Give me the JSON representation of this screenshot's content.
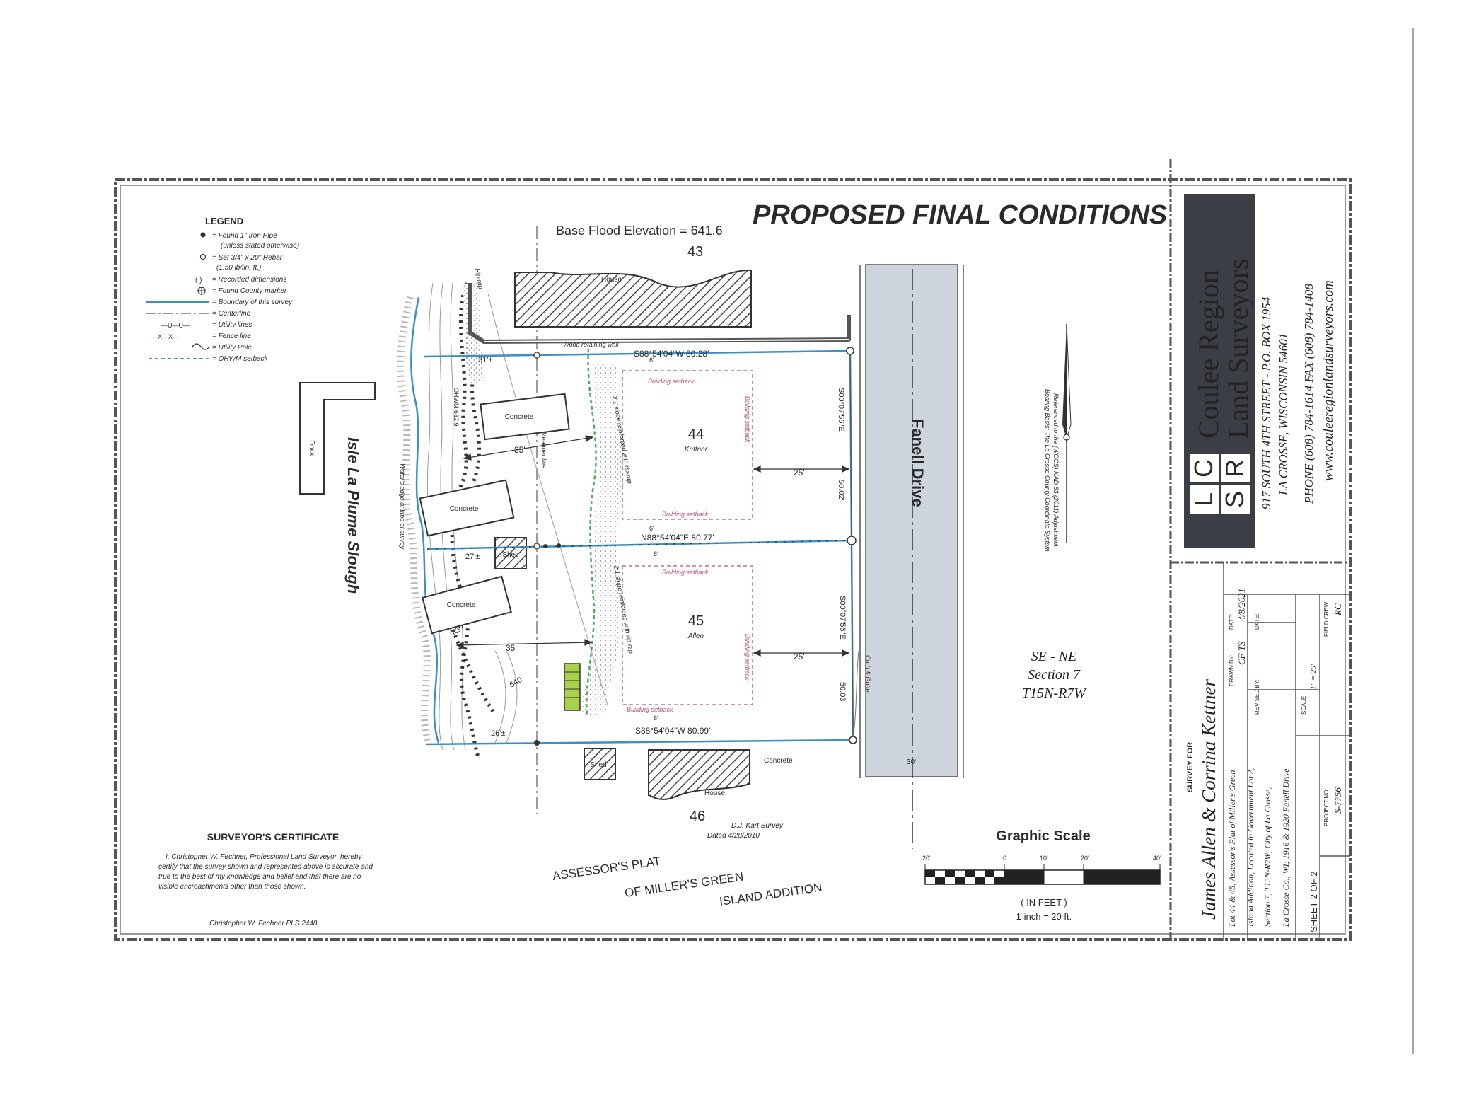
{
  "title": "PROPOSED FINAL CONDITIONS",
  "base_flood": "Base Flood Elevation = 641.6",
  "lots": {
    "lot43": "43",
    "lot44_num": "44",
    "lot44_name": "Kettner",
    "lot45_num": "45",
    "lot45_name": "Allen",
    "lot46": "46"
  },
  "labels": {
    "house": "House",
    "shed": "Shed",
    "concrete": "Concrete",
    "dock": "Dock",
    "slough": "Isle La Plume Slough",
    "street": "Fanell Drive",
    "retaining_wall": "Wood retaining wall",
    "building_setback": "Building setback",
    "meander": "Meander line",
    "slope_44": "2:1 slope reinforced with rip-rap",
    "slope_45": "2:1 slope reinforced with rip-rap",
    "water_edge": "Water's edge at time of survey",
    "curb": "Curb & Gutter",
    "kart_survey": "D.J. Kart Survey",
    "kart_dated": "Dated 4/28/2010",
    "contour_636": "636",
    "contour_640": "640",
    "ohwm": "OHWM 632.9",
    "rip_rap": "Rip-rap",
    "bearing_basis_1": "Bearing Basis: The La Crosse County Coordinate System",
    "bearing_basis_2": "Referenced to the (WCCS) NAD 83 (2011) Adjustment"
  },
  "dimensions": {
    "north_line": "S88°54'04\"W 80.28'",
    "mid_line": "N88°54'04\"E 80.77'",
    "south_line": "S88°54'04\"W 80.99'",
    "east_upper_bearing": "S00°07'56\"E",
    "east_upper_dist": "50.02'",
    "east_lower_bearing": "S00°07'56\"E",
    "east_lower_dist": "50.03'",
    "d31": "31'±",
    "d27": "27'±",
    "d26": "26'±",
    "setback_44": "35'",
    "setback_45": "35'",
    "front_44": "25'",
    "front_45": "25'",
    "six_a": "6'",
    "six_b": "6'",
    "six_c": "6'",
    "six_d": "6'",
    "street_width": "30'"
  },
  "legend": {
    "heading": "LEGEND",
    "items": [
      "= Found 1\" Iron Pipe",
      "(unless stated otherwise)",
      "= Set 3/4\" x 20\" Rebar",
      "(1.50 lb/lin. ft.)",
      "= Recorded dimensions",
      "= Found County marker",
      "= Boundary of this survey",
      "= Centerline",
      "= Utility lines",
      "= Fence line",
      "= Utility Pole",
      "= OHWM setback"
    ],
    "symbols": {
      "recorded": "( )",
      "utility": "—U—U—",
      "fence": "—X—X—"
    }
  },
  "certificate": {
    "heading": "SURVEYOR'S CERTIFICATE",
    "lines": [
      "I, Christopher W. Fechner, Professional Land Surveyor, hereby",
      "certify that the survey shown and represented above is accurate and",
      "true to the best of my knowledge and belief and that there are no",
      "visible encroachments other than those shown."
    ],
    "signature": "Christopher W. Fechner  PLS 2448"
  },
  "plat_name": {
    "line1": "ASSESSOR'S PLAT",
    "line2": "OF MILLER'S GREEN",
    "line3": "ISLAND ADDITION"
  },
  "section": {
    "line1": "SE - NE",
    "line2": "Section 7",
    "line3": "T15N-R7W"
  },
  "graphic_scale": {
    "title": "Graphic Scale",
    "ticks": [
      "20'",
      "0",
      "10'",
      "20'",
      "40'"
    ],
    "unit": "( IN FEET )",
    "ratio": "1 inch  =  20  ft."
  },
  "firm": {
    "logo_letters": [
      "C",
      "R",
      "L",
      "S"
    ],
    "name1": "Coulee Region",
    "name2": "Land Surveyors",
    "address1": "917 SOUTH 4TH STREET - P.O. BOX 1954",
    "address2": "LA CROSSE, WISCONSIN 54601",
    "phone": "PHONE (608) 784-1614 FAX (608) 784-1408",
    "web": "www.couleeregionlandsurveyors.com"
  },
  "title_block": {
    "survey_for": "SURVEY FOR",
    "client": "James Allen & Corrina Kettner",
    "desc": [
      "Lot 44 & 45, Assessor's Plat of Miller's Green",
      "Island Addition, Located in Government Lot 2,",
      "Section 7, T15N-R7W; City of La Crosse,",
      "La Crosse Co., WI;  1916 & 1920 Fanell Drive"
    ],
    "drawn_by_label": "DRAWN BY:",
    "drawn_by": "CF  TS",
    "date_label": "DATE:",
    "date": "4/8/2021",
    "revised_label": "REVISED BY:",
    "date2_label": "DATE:",
    "scale_label": "SCALE:",
    "scale": "1\" = 20'",
    "field_label": "FIELD CREW:",
    "field": "RC",
    "sheet": "SHEET  2  OF  2",
    "project_label": "PROJECT NO.",
    "project": "S-7756"
  }
}
